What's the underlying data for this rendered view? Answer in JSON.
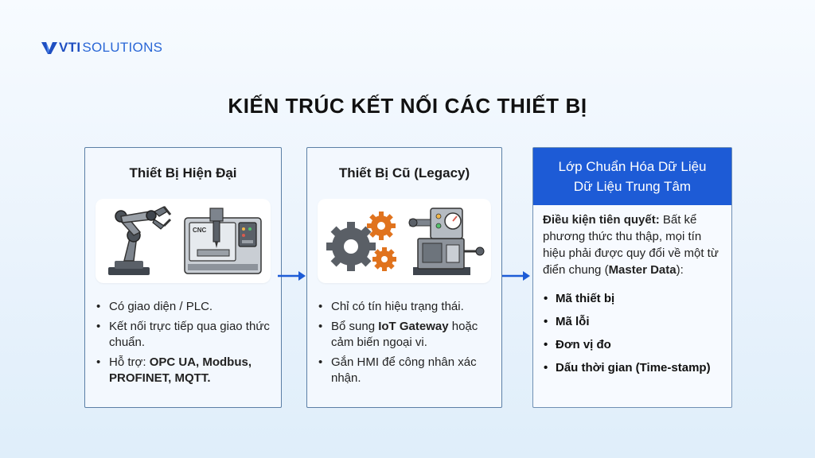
{
  "brand": {
    "logo_strong": "VTI",
    "logo_light": "SOLUTIONS"
  },
  "title": "KIẾN TRÚC KẾT NỐI CÁC THIẾT BỊ",
  "modern": {
    "title": "Thiết Bị Hiện Đại",
    "illustration_icons": [
      "robot-arm-icon",
      "cnc-machine-icon"
    ],
    "cnc_label": "CNC",
    "b1": "Có giao diện / PLC.",
    "b2": "Kết nối trực tiếp qua giao thức chuẩn.",
    "b3_prefix": "Hỗ trợ: ",
    "b3_bold": "OPC UA, Modbus, PROFINET, MQTT."
  },
  "legacy": {
    "title": "Thiết Bị Cũ (Legacy)",
    "illustration_icons": [
      "gears-icon",
      "legacy-machine-icon"
    ],
    "b1": "Chỉ có tín hiệu trạng thái.",
    "b2_prefix": "Bổ sung ",
    "b2_bold": "IoT Gateway",
    "b2_suffix": " hoặc cảm biến ngoại vi.",
    "b3": "Gắn HMI để công nhân xác nhận."
  },
  "master": {
    "head_line1": "Lớp Chuẩn Hóa Dữ Liệu",
    "head_line2": "Dữ Liệu Trung Tâm",
    "lead_bold": "Điều kiện tiên quyết:",
    "lead_text": " Bất kể phương thức thu thập, mọi tín hiệu phải được quy đổi về một từ điển chung (",
    "lead_bold2": "Master Data",
    "lead_end": "):",
    "items": [
      "Mã thiết bị",
      "Mã lỗi",
      "Đơn vị đo",
      "Dấu thời gian (Time-stamp)"
    ]
  },
  "colors": {
    "accent": "#1d5bd6",
    "card_border": "#5b7fa6",
    "card_bg": "#f3f8fe",
    "gear_orange": "#e0731e",
    "gear_gray": "#5a5f66"
  }
}
